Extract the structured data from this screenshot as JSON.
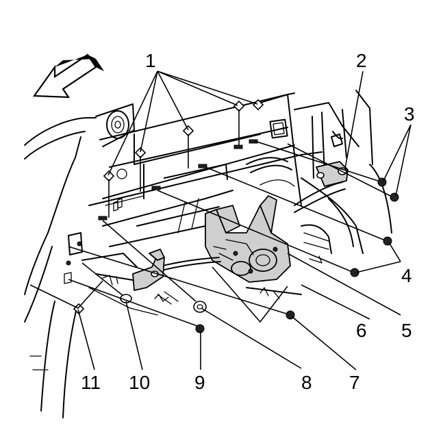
{
  "diagram": {
    "callouts": [
      "1",
      "2",
      "3",
      "4",
      "5",
      "6",
      "7",
      "8",
      "9",
      "10",
      "11"
    ],
    "icons": {
      "front_arrow": "direction-arrow-icon",
      "fastener": "bolt-icon",
      "clip": "retainer-clip-icon"
    },
    "colors": {
      "line": "#000000",
      "background": "#ffffff",
      "component_fill": "#cfcfcf"
    }
  }
}
